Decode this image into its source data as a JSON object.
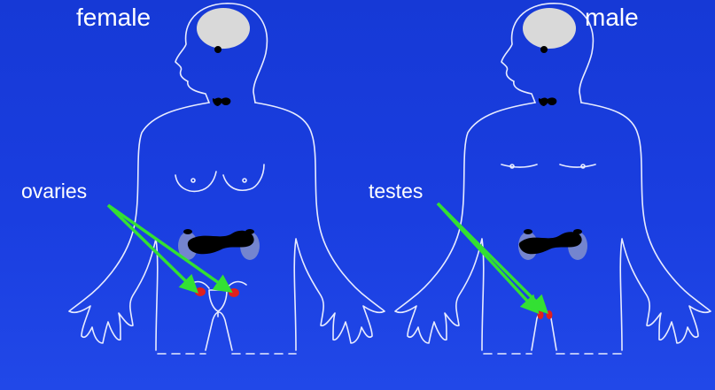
{
  "female": {
    "title": "female",
    "label": "ovaries"
  },
  "male": {
    "title": "male",
    "label": "testes"
  },
  "colors": {
    "background": "#1a3ee0",
    "outline": "#e8ecff",
    "brain": "#d9d9d9",
    "organ": "#000000",
    "kidney": "#9aa3c8",
    "gonad": "#e0201c",
    "arrow": "#33e033"
  },
  "icons": [
    "brain-icon",
    "thyroid-icon",
    "pancreas-icon",
    "kidney-icon",
    "ovary-icon",
    "testis-icon"
  ]
}
